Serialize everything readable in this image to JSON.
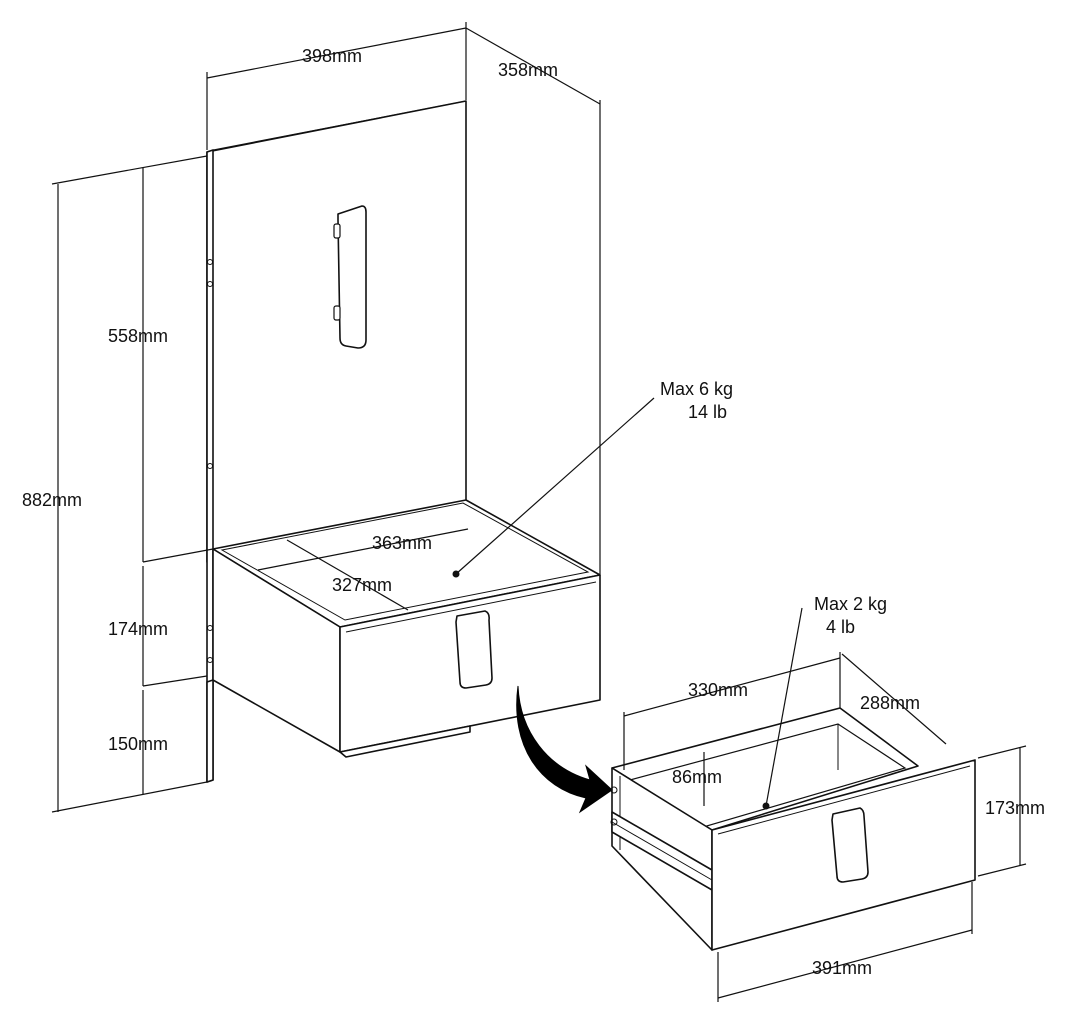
{
  "dimensions": {
    "cabinet_width": "398mm",
    "cabinet_depth": "358mm",
    "total_height": "882mm",
    "panel_height": "558mm",
    "shelf_height": "174mm",
    "bottom_gap": "150mm",
    "top_width": "363mm",
    "top_depth": "327mm",
    "drawer_width": "330mm",
    "drawer_depth": "288mm",
    "drawer_inner_height": "86mm",
    "drawer_front_height": "173mm",
    "drawer_front_width": "391mm"
  },
  "load_labels": {
    "top_max_kg": "Max 6 kg",
    "top_max_lb": "14 lb",
    "drawer_max_kg": "Max 2 kg",
    "drawer_max_lb": "4 lb"
  }
}
